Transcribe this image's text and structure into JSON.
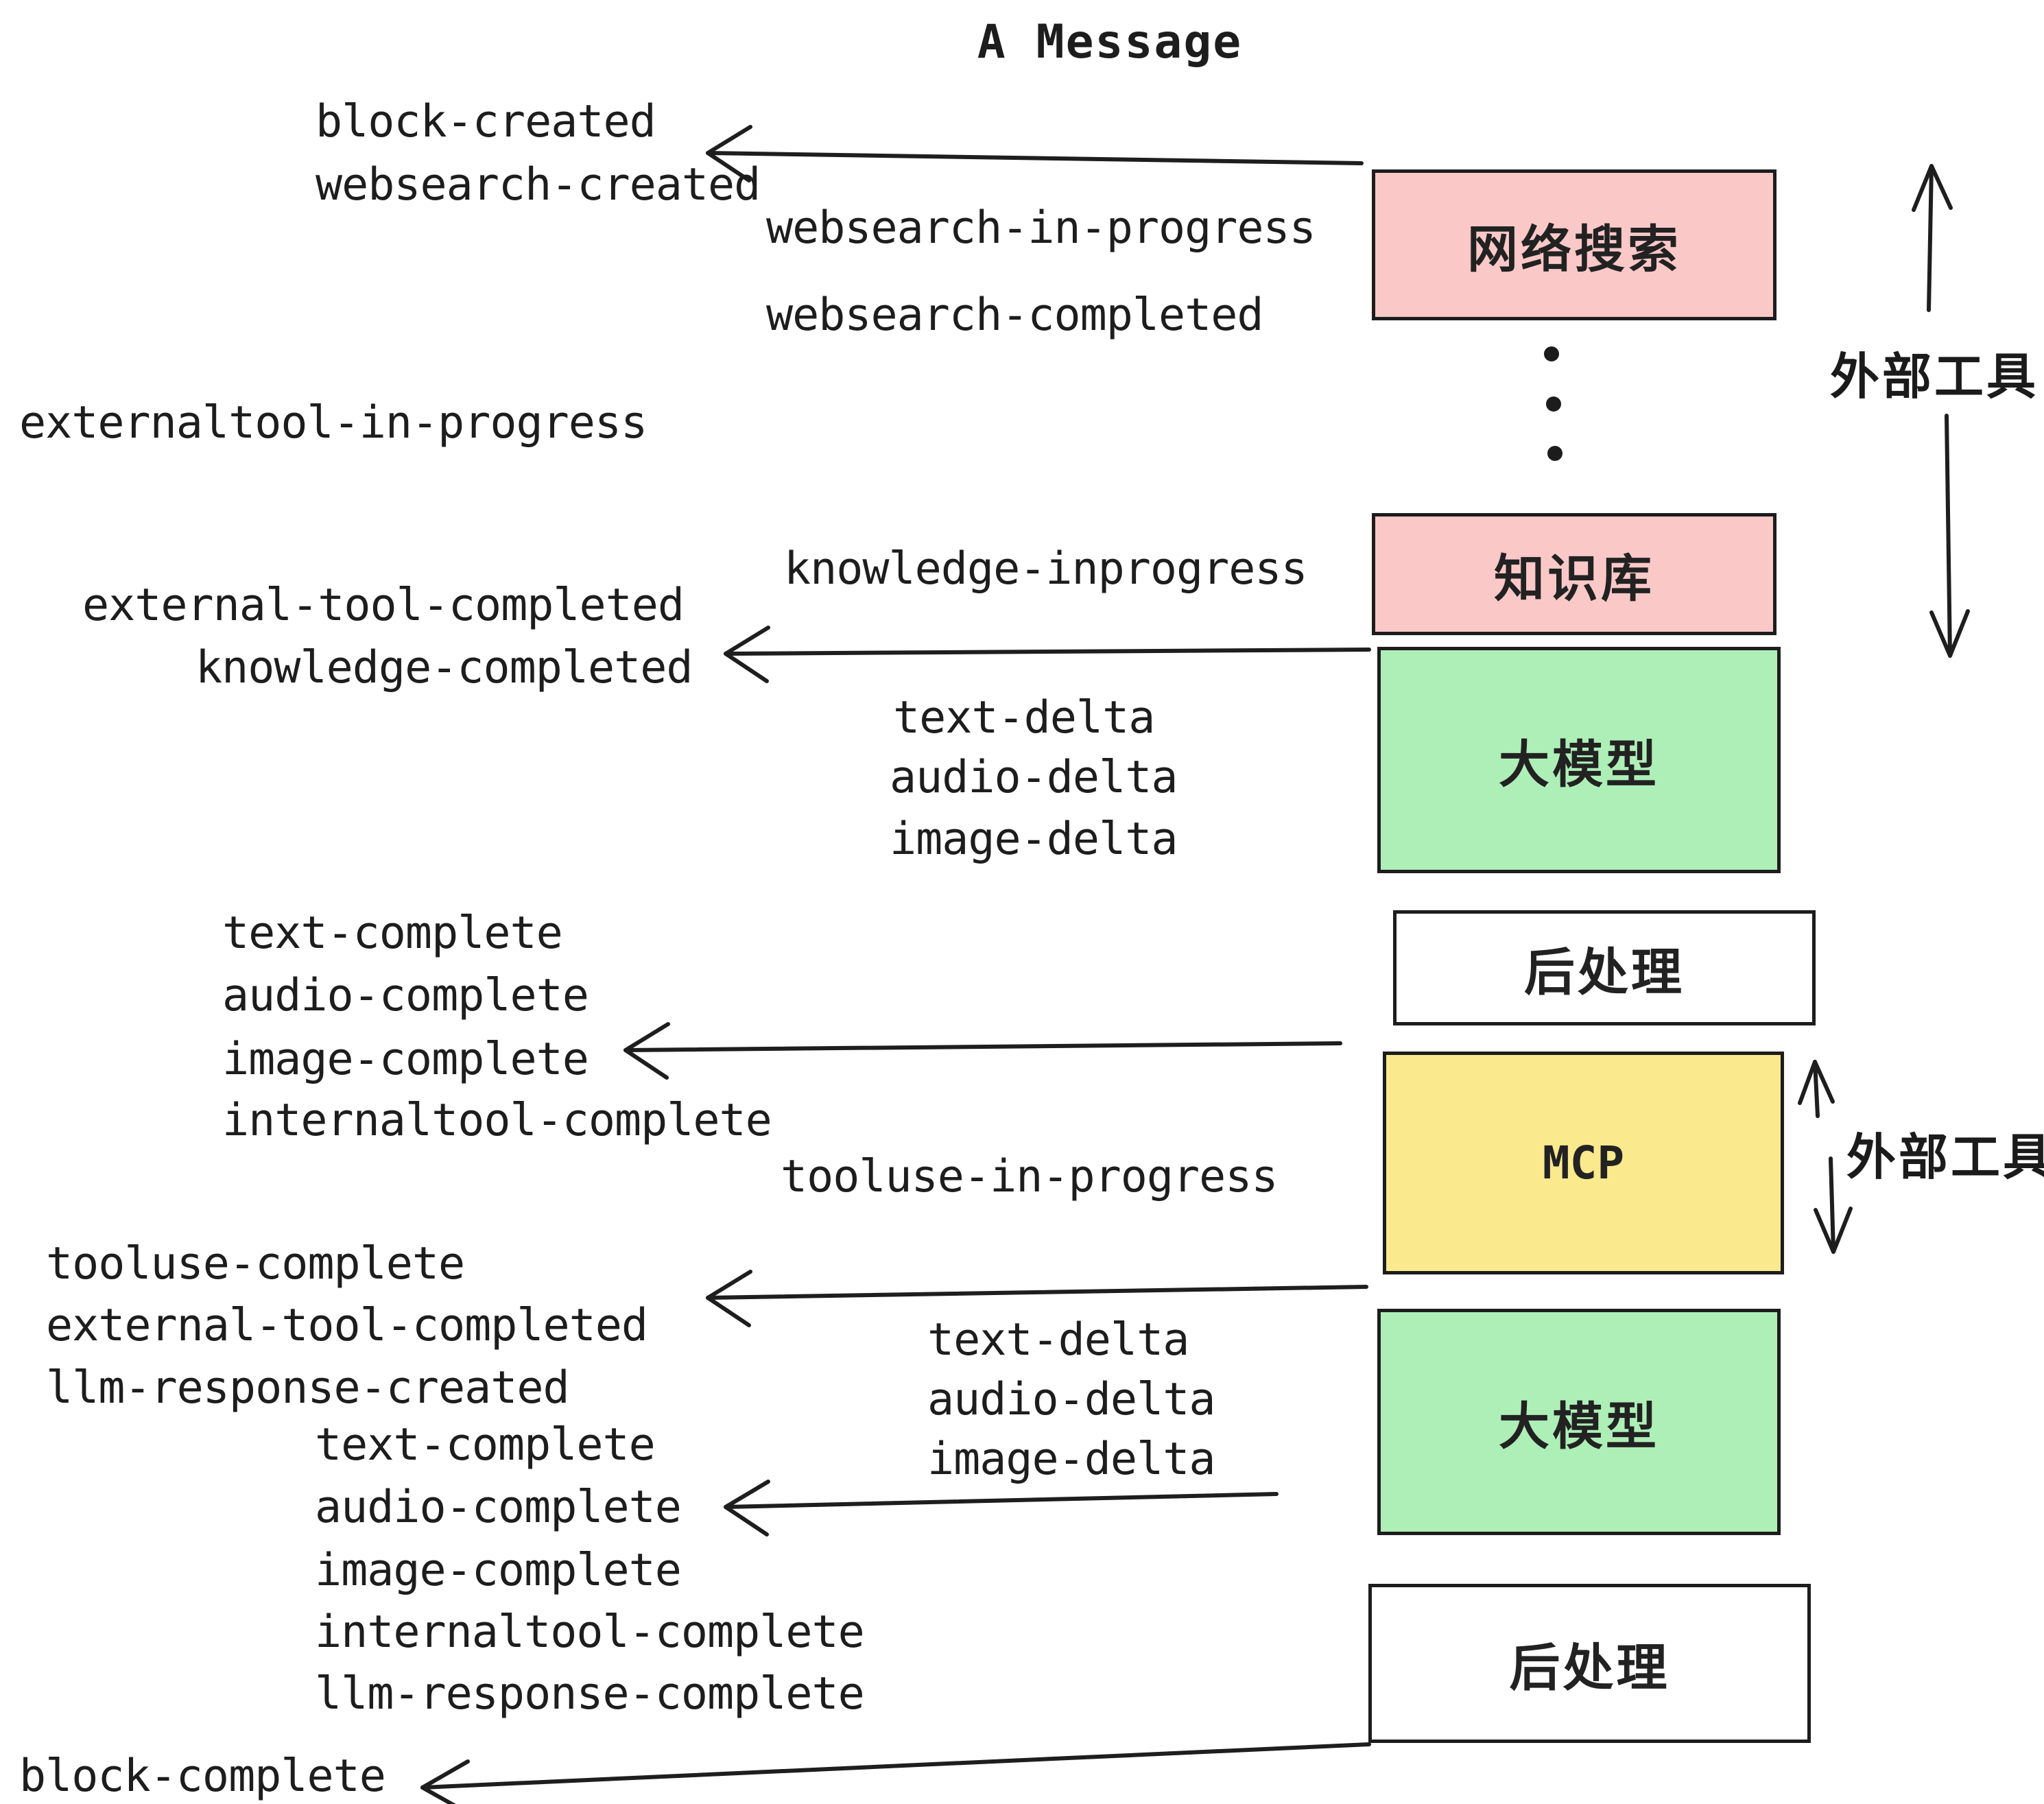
{
  "title": "A Message",
  "boxes": {
    "websearch": "网络搜索",
    "knowledge": "知识库",
    "llm1": "大模型",
    "post1": "后处理",
    "mcp": "MCP",
    "llm2": "大模型",
    "post2": "后处理"
  },
  "side_labels": {
    "external_tools_top": "外部工具",
    "external_tools_mid": "外部工具"
  },
  "events": {
    "block_created": "block-created",
    "websearch_created": "websearch-created",
    "websearch_in_progress": "websearch-in-progress",
    "websearch_completed": "websearch-completed",
    "externaltool_in_progress": "externaltool-in-progress",
    "knowledge_inprogress": "knowledge-inprogress",
    "external_tool_completed_1": "external-tool-completed",
    "knowledge_completed": "knowledge-completed",
    "text_delta_1": "text-delta",
    "audio_delta_1": "audio-delta",
    "image_delta_1": "image-delta",
    "text_complete_1": "text-complete",
    "audio_complete_1": "audio-complete",
    "image_complete_1": "image-complete",
    "internaltool_complete_1": "internaltool-complete",
    "tooluse_in_progress": "tooluse-in-progress",
    "tooluse_complete": "tooluse-complete",
    "external_tool_completed_2": "external-tool-completed",
    "llm_response_created": "llm-response-created",
    "text_delta_2": "text-delta",
    "audio_delta_2": "audio-delta",
    "image_delta_2": "image-delta",
    "text_complete_2": "text-complete",
    "audio_complete_2": "audio-complete",
    "image_complete_2": "image-complete",
    "internaltool_complete_2": "internaltool-complete",
    "llm_response_complete": "llm-response-complete",
    "block_complete": "block-complete"
  },
  "colors": {
    "ink": "#1d1d1d",
    "pink": "#fbc8c8",
    "green": "#aeefb8",
    "yellow": "#fae98d",
    "paper": "#ffffff"
  }
}
